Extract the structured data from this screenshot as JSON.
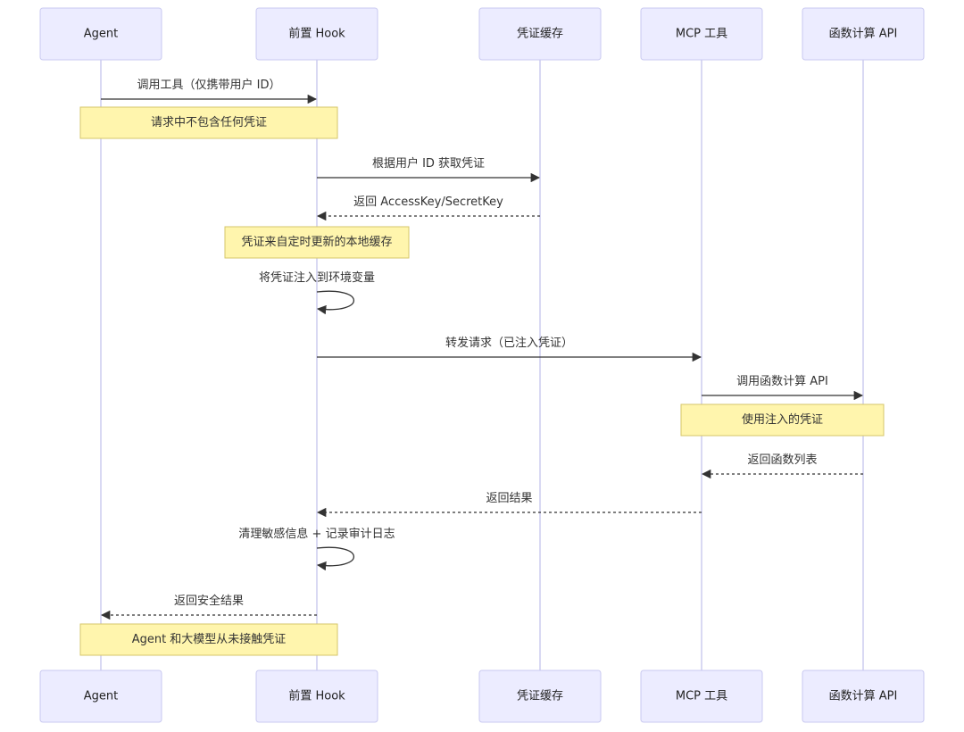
{
  "participants": [
    {
      "id": "agent",
      "label": "Agent"
    },
    {
      "id": "hook",
      "label": "前置 Hook"
    },
    {
      "id": "cache",
      "label": "凭证缓存"
    },
    {
      "id": "mcp",
      "label": "MCP 工具"
    },
    {
      "id": "fc",
      "label": "函数计算 API"
    }
  ],
  "steps": [
    {
      "kind": "message",
      "from": "agent",
      "to": "hook",
      "label": "调用工具（仅携带用户 ID）",
      "style": "solid"
    },
    {
      "kind": "note",
      "from": "agent",
      "to": "hook",
      "label": "请求中不包含任何凭证"
    },
    {
      "kind": "message",
      "from": "hook",
      "to": "cache",
      "label": "根据用户 ID 获取凭证",
      "style": "solid"
    },
    {
      "kind": "message",
      "from": "cache",
      "to": "hook",
      "label": "返回 AccessKey/SecretKey",
      "style": "dashed"
    },
    {
      "kind": "note",
      "over": "hook",
      "label": "凭证来自定时更新的本地缓存"
    },
    {
      "kind": "self",
      "at": "hook",
      "label": "将凭证注入到环境变量"
    },
    {
      "kind": "message",
      "from": "hook",
      "to": "mcp",
      "label": "转发请求（已注入凭证）",
      "style": "solid"
    },
    {
      "kind": "message",
      "from": "mcp",
      "to": "fc",
      "label": "调用函数计算 API",
      "style": "solid"
    },
    {
      "kind": "note",
      "from": "mcp",
      "to": "fc",
      "label": "使用注入的凭证"
    },
    {
      "kind": "message",
      "from": "fc",
      "to": "mcp",
      "label": "返回函数列表",
      "style": "dashed"
    },
    {
      "kind": "message",
      "from": "mcp",
      "to": "hook",
      "label": "返回结果",
      "style": "dashed"
    },
    {
      "kind": "self",
      "at": "hook",
      "label": "清理敏感信息 + 记录审计日志"
    },
    {
      "kind": "message",
      "from": "hook",
      "to": "agent",
      "label": "返回安全结果",
      "style": "dashed"
    },
    {
      "kind": "note",
      "from": "agent",
      "to": "hook",
      "label": "Agent 和大模型从未接触凭证"
    }
  ],
  "colors": {
    "actor_fill": "#ececff",
    "actor_border": "#c9c9f0",
    "lifeline": "#c9c9ee",
    "note_fill": "#fff5ad",
    "note_border": "#d6c66a",
    "line": "#333333"
  }
}
